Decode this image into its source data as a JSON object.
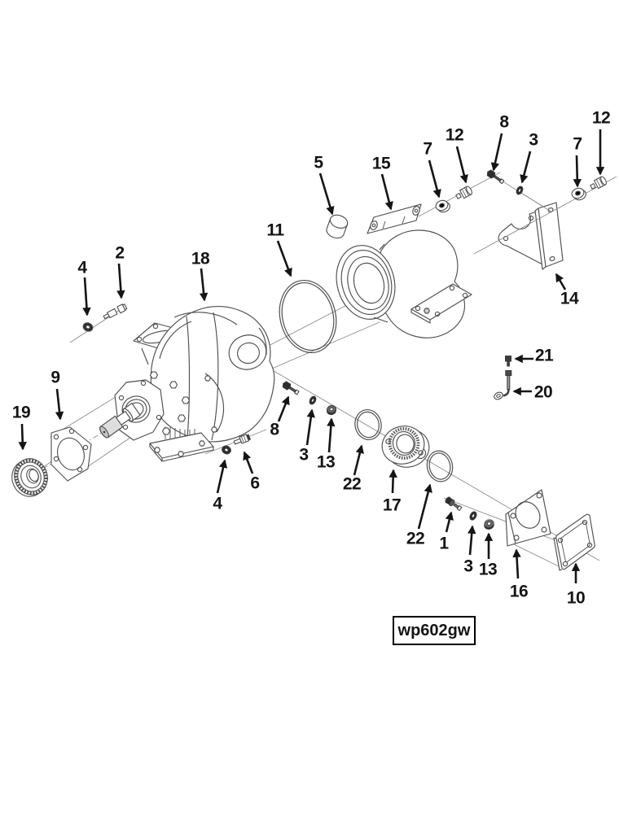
{
  "diagram": {
    "caption": "wp602gw",
    "colors": {
      "ink": "#141414",
      "part_line": "#4f4f4f",
      "construction_line": "#8b8b8b",
      "background": "#ffffff"
    },
    "callouts": [
      {
        "label": "4"
      },
      {
        "label": "2"
      },
      {
        "label": "18"
      },
      {
        "label": "11"
      },
      {
        "label": "5"
      },
      {
        "label": "15"
      },
      {
        "label": "7"
      },
      {
        "label": "12"
      },
      {
        "label": "8"
      },
      {
        "label": "3"
      },
      {
        "label": "7"
      },
      {
        "label": "12"
      },
      {
        "label": "14"
      },
      {
        "label": "21"
      },
      {
        "label": "20"
      },
      {
        "label": "9"
      },
      {
        "label": "19"
      },
      {
        "label": "4"
      },
      {
        "label": "6"
      },
      {
        "label": "8"
      },
      {
        "label": "3"
      },
      {
        "label": "13"
      },
      {
        "label": "22"
      },
      {
        "label": "17"
      },
      {
        "label": "22"
      },
      {
        "label": "1"
      },
      {
        "label": "3"
      },
      {
        "label": "13"
      },
      {
        "label": "16"
      },
      {
        "label": "10"
      }
    ]
  }
}
